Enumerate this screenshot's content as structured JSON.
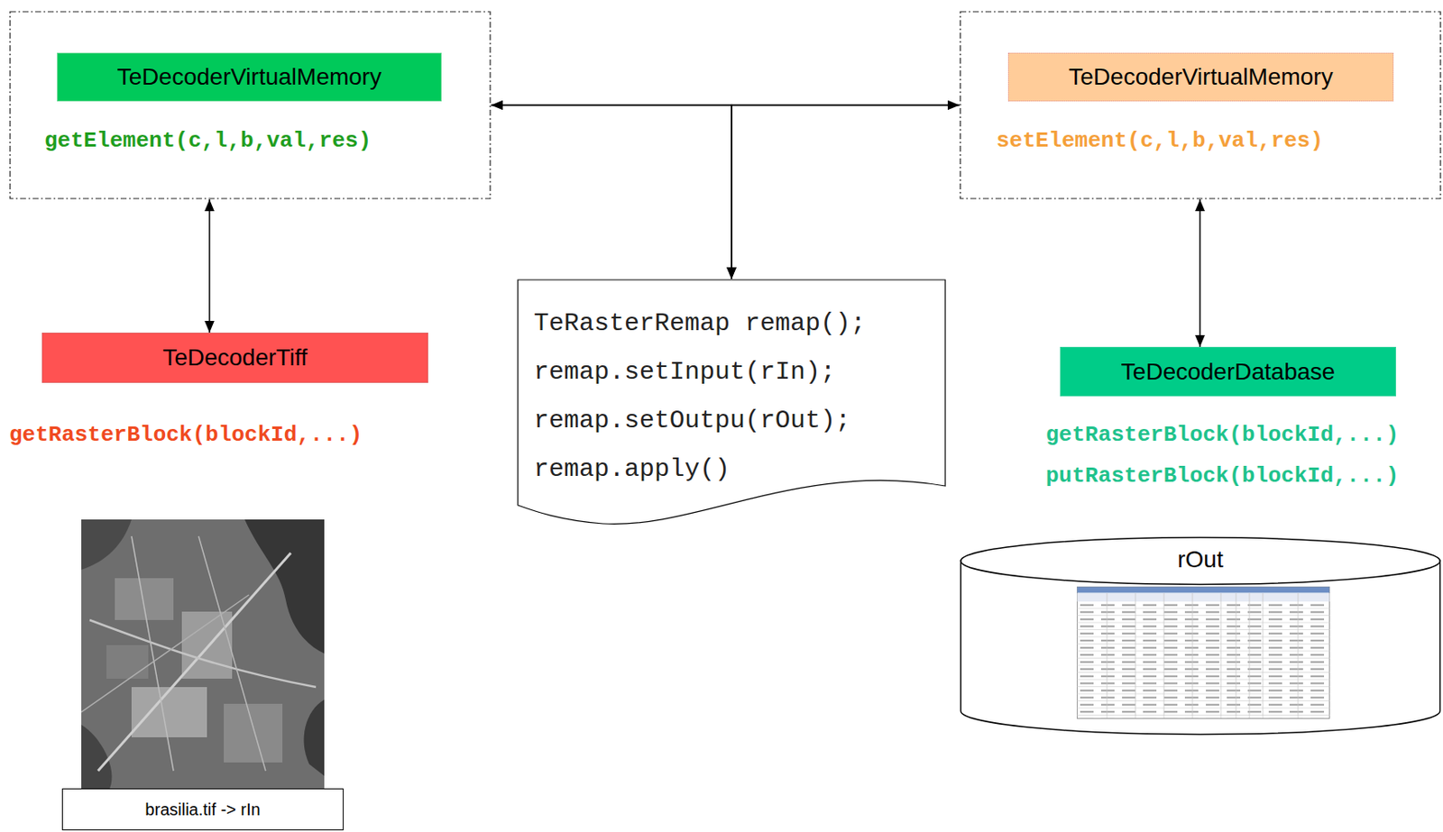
{
  "diagram": {
    "nodes": [
      {
        "text": [
          "getElement(c,l,b,val,res)"
        ]
      },
      {
        "text": [
          "TeDecoderVirtualMemory"
        ],
        "in": 0
      },
      {
        "text": [
          "setElement(c,l,b,val,res)"
        ]
      },
      {
        "text": [
          "TeDecoderVirtualMemory"
        ],
        "in": 2
      },
      {
        "text": [
          "TeDecoderTiff"
        ]
      },
      {
        "text": [
          "TeRasterRemap remap();",
          "remap.setInput(rIn);",
          "remap.setOutpu(rOut);",
          "remap.apply()"
        ]
      },
      {
        "text": [
          "TeDecoderDatabase"
        ]
      },
      {
        "text": [
          "rOut"
        ]
      },
      {
        "text": [
          "brasilia.tif -> rIn"
        ]
      }
    ],
    "edges": [
      {
        "from": 0,
        "to": 2,
        "arrow": "both"
      },
      {
        "from": 0,
        "to": 5,
        "arrow": "to"
      },
      {
        "from": 2,
        "to": 5,
        "arrow": "to"
      },
      {
        "from": 0,
        "to": 4,
        "arrow": "both"
      },
      {
        "from": 2,
        "to": 6,
        "arrow": "both"
      }
    ],
    "labels": [
      "getRasterBlock(blockId,...)",
      "getRasterBlock(blockId,...)",
      "putRasterBlock(blockId,...)"
    ]
  }
}
